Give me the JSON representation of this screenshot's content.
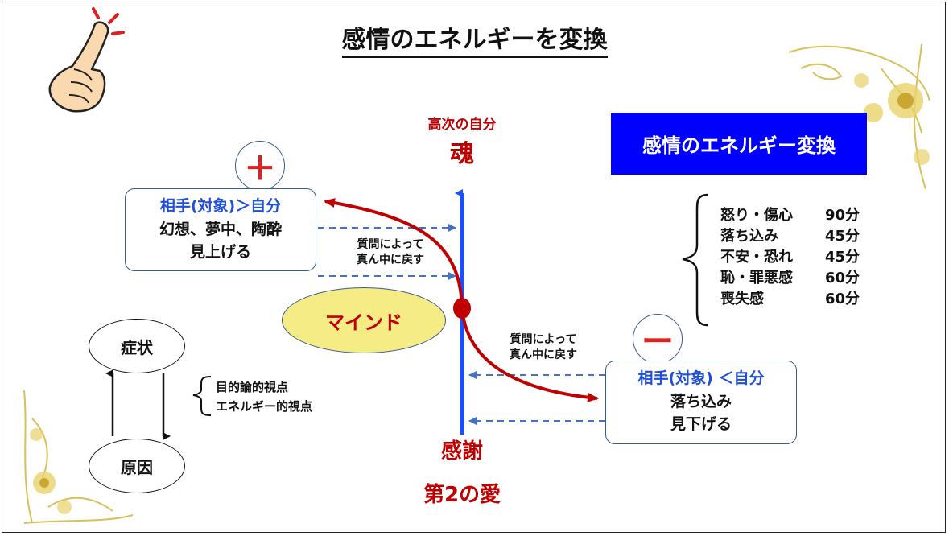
{
  "title": "感情のエネルギーを変換",
  "banner": "感情のエネルギー変換",
  "axis": {
    "top_caption": "高次の自分",
    "top_word": "魂",
    "bottom_word": "感謝",
    "bottom_caption": "第2の愛"
  },
  "mind_label": "マインド",
  "plus": {
    "symbol": "＋",
    "heading": "相手(対象)＞自分",
    "lines": [
      "幻想、夢中、陶酔",
      "見上げる"
    ],
    "note": [
      "質問によって",
      "真ん中に戻す"
    ]
  },
  "minus": {
    "symbol": "ー",
    "heading": "相手(対象) ＜自分",
    "lines": [
      "落ち込み",
      "見下げる"
    ],
    "note": [
      "質問によって",
      "真ん中に戻す"
    ]
  },
  "emotions": [
    {
      "name": "怒り・傷心",
      "time": "90分"
    },
    {
      "name": "落ち込み",
      "time": "45分"
    },
    {
      "name": "不安・恐れ",
      "time": "45分"
    },
    {
      "name": "恥・罪悪感",
      "time": "60分"
    },
    {
      "name": "喪失感",
      "time": "60分"
    }
  ],
  "cause_effect": {
    "symptom": "症状",
    "cause": "原因",
    "viewpoints": [
      "目的論的視点",
      "エネルギー的視点"
    ]
  },
  "colors": {
    "axis_blue": "#1a4fff",
    "curve_red": "#c00000",
    "banner_blue": "#0000ff",
    "mind_fill": "#f5ec86",
    "dashed_blue": "#4472c4"
  },
  "icons": [
    "pointing-hand-icon",
    "floral-corner-decoration"
  ]
}
